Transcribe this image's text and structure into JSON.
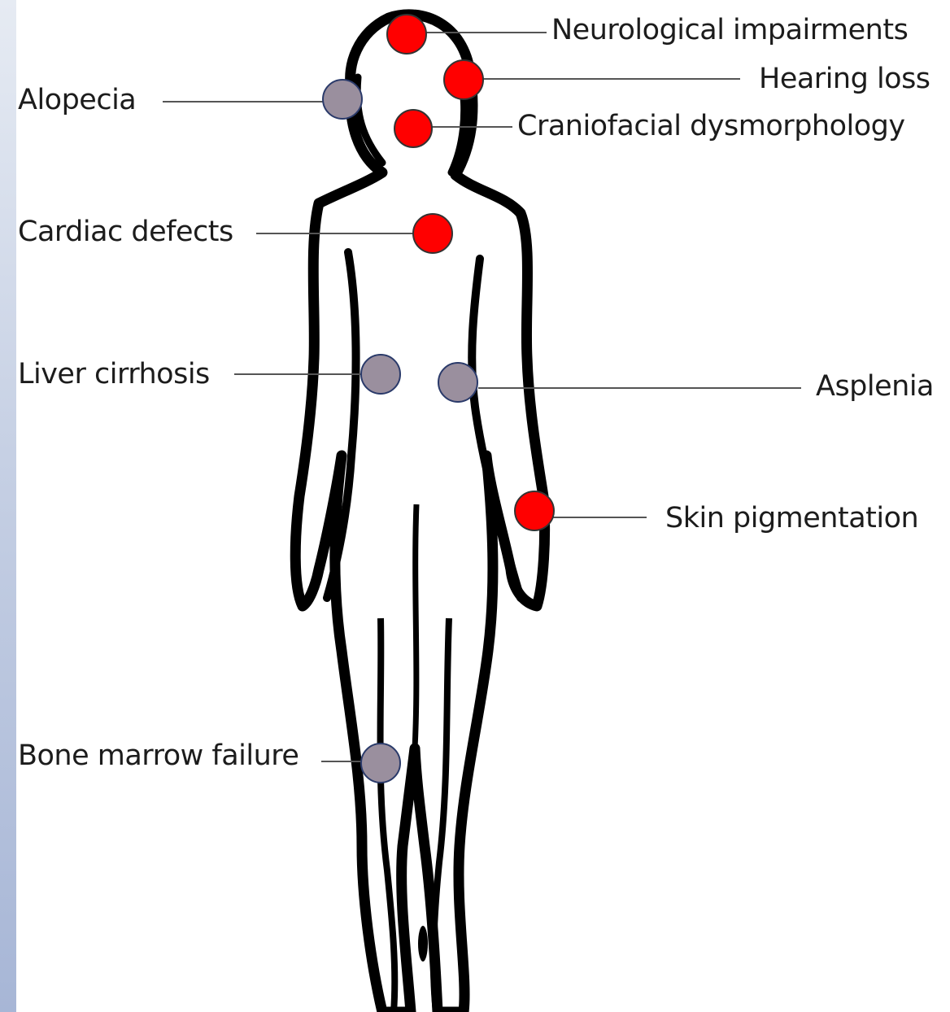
{
  "colors": {
    "affected_marker": "#ff0000",
    "other_marker": "#9a8f9e",
    "outline": "#000000",
    "leader_line": "#555555"
  },
  "labels": {
    "neurological": "Neurological impairments",
    "hearing": "Hearing loss",
    "craniofacial": "Craniofacial dysmorphology",
    "alopecia": "Alopecia",
    "cardiac": "Cardiac defects",
    "liver": "Liver cirrhosis",
    "asplenia": "Asplenia",
    "skin": "Skin pigmentation",
    "bone_marrow": "Bone marrow failure"
  }
}
